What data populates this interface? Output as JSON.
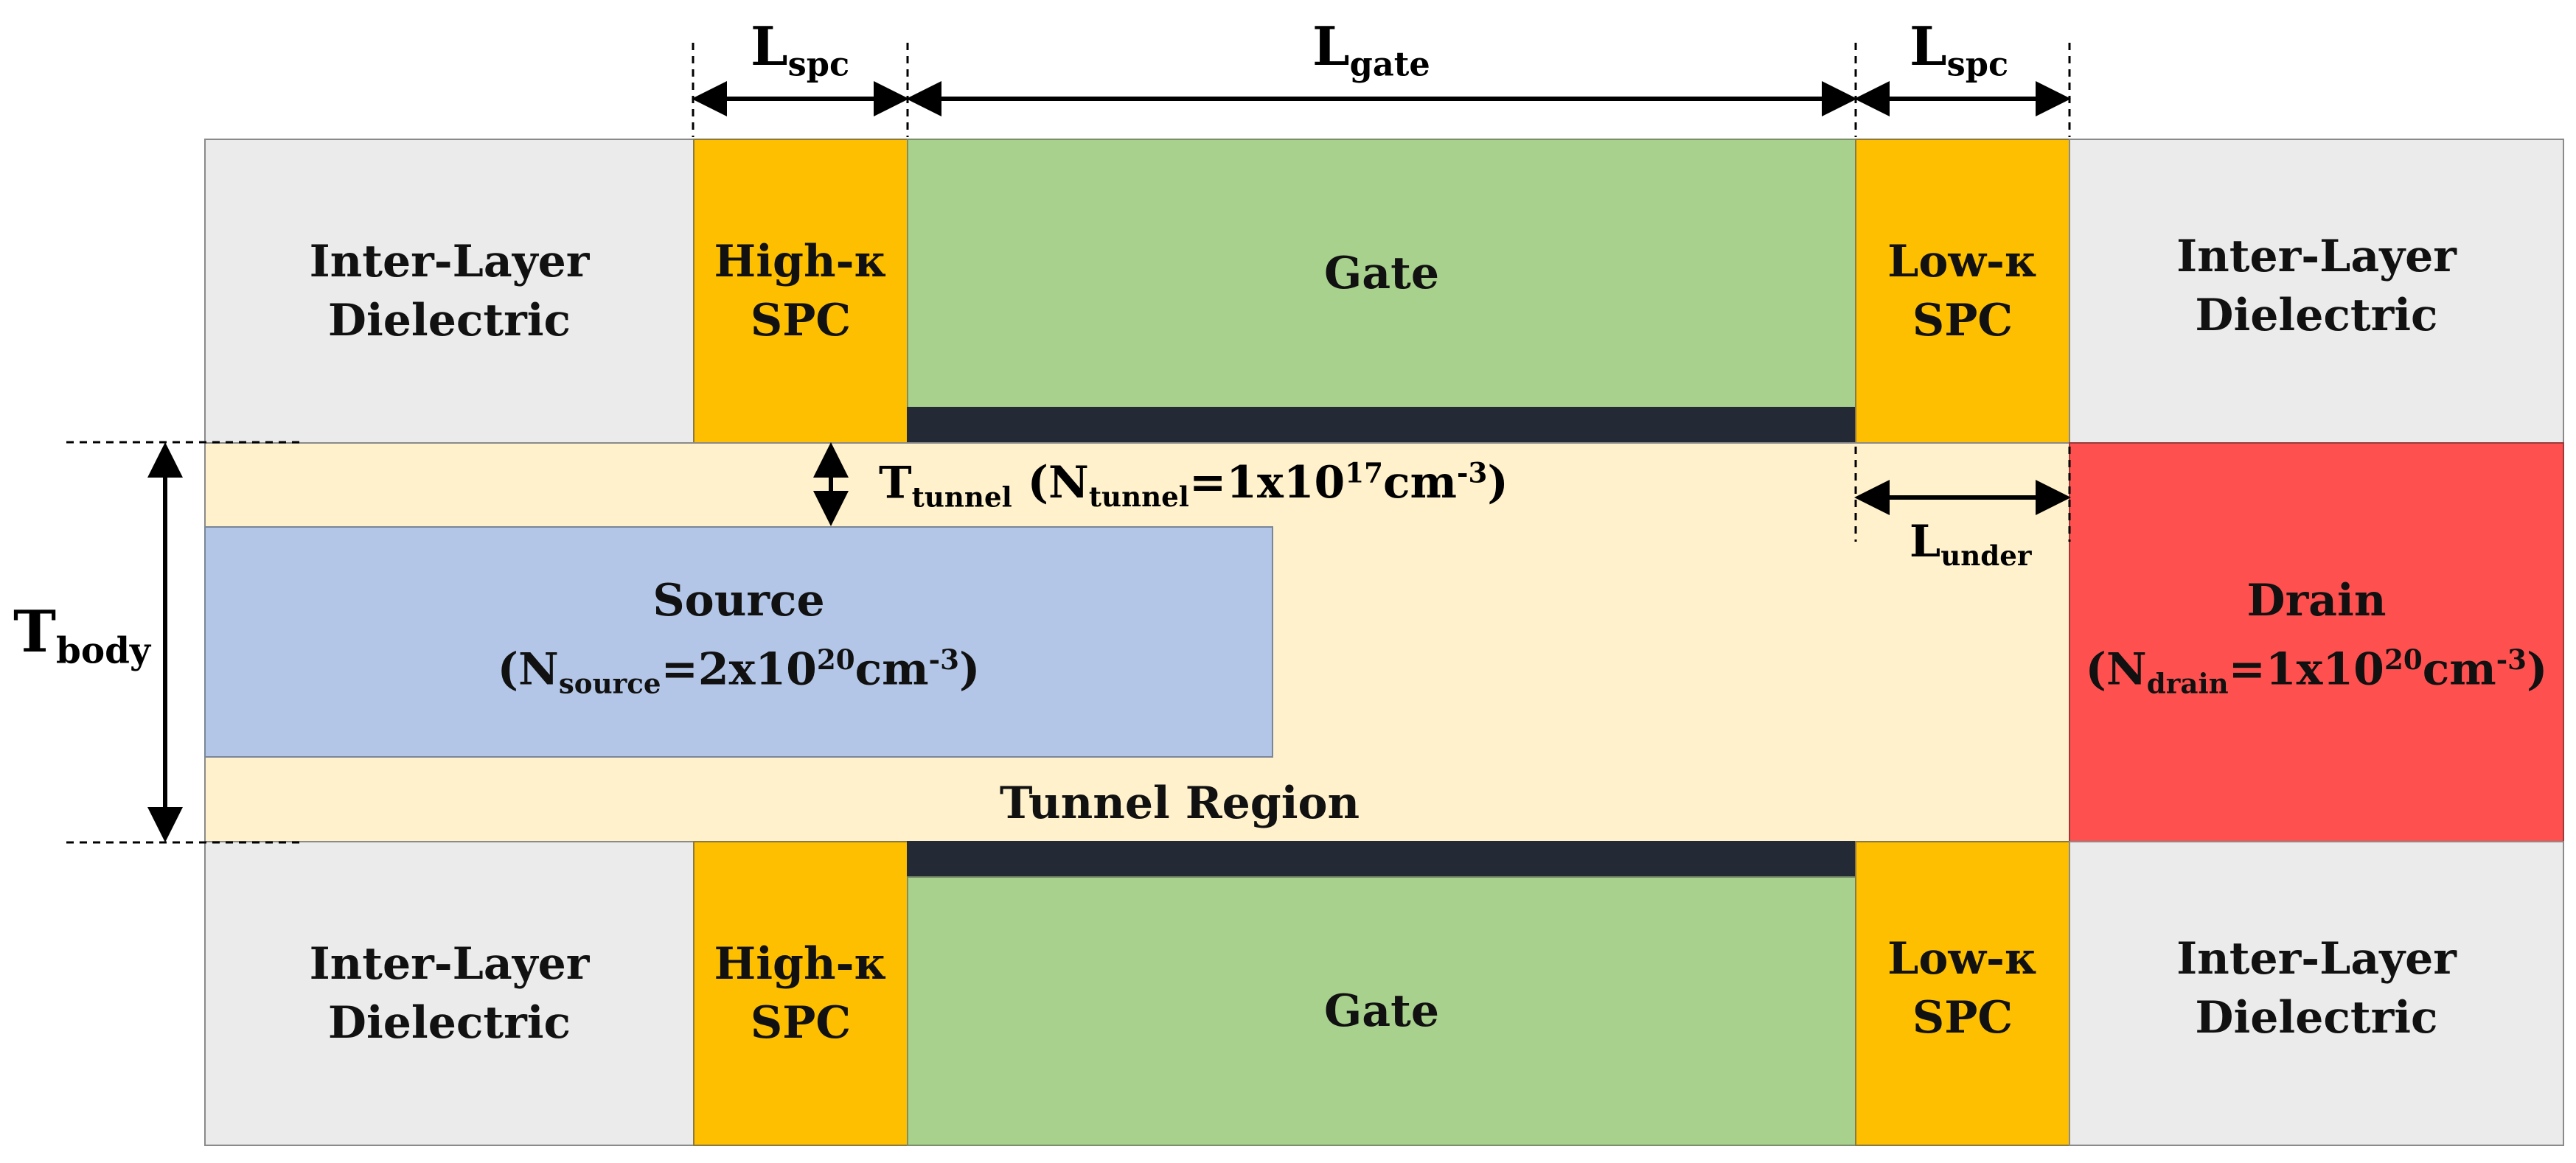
{
  "labels": {
    "ild": [
      "Inter-Layer",
      "Dielectric"
    ],
    "high_k_spc": [
      "High-κ",
      "SPC"
    ],
    "low_k_spc": [
      "Low-κ",
      "SPC"
    ],
    "gate": "Gate",
    "source": "Source",
    "drain": "Drain",
    "tunnel_region": "Tunnel Region"
  },
  "dimensions": {
    "l_spc": {
      "main": "L",
      "sub": "spc"
    },
    "l_gate": {
      "main": "L",
      "sub": "gate"
    },
    "l_under": {
      "main": "L",
      "sub": "under"
    },
    "t_body": {
      "main": "T",
      "sub": "body"
    },
    "t_tunnel": {
      "main": "T",
      "sub": "tunnel"
    }
  },
  "doping": {
    "tunnel": {
      "open": "(N",
      "sub": "tunnel",
      "value": "=1x10",
      "exp": "17",
      "unit": "cm",
      "unit_exp": "-3",
      "close": ")"
    },
    "source": {
      "open": "(N",
      "sub": "source",
      "value": "=2x10",
      "exp": "20",
      "unit": "cm",
      "unit_exp": "-3",
      "close": ")"
    },
    "drain": {
      "open": "(N",
      "sub": "drain",
      "value": "=1x10",
      "exp": "20",
      "unit": "cm",
      "unit_exp": "-3",
      "close": ")"
    }
  },
  "colors": {
    "ild": "#ebebeb",
    "spc": "#fdbf00",
    "gate": "#a8d18d",
    "gate_oxide": "#232a36",
    "body": "#fef1cc",
    "source": "#b3c6e7",
    "drain": "#ff5050"
  }
}
